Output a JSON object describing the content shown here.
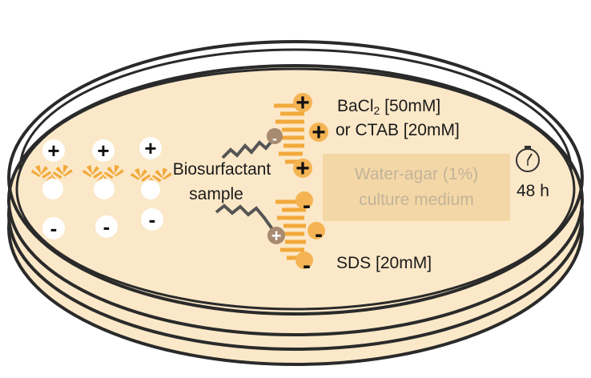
{
  "labels": {
    "biosurfactant_line1": "Biosurfactant",
    "biosurfactant_line2": "sample",
    "bacl_prefix": "BaCl",
    "bacl_sub": "2",
    "bacl_suffix": " [50mM]",
    "ctab": "or CTAB [20mM]",
    "sds": "SDS [20mM]",
    "medium_line1": "Water-agar (1%)",
    "medium_line2": "culture medium",
    "time": "48 h"
  },
  "symbols": {
    "plus": "+",
    "minus": "-"
  },
  "icons": {
    "timer": "stopwatch-icon"
  },
  "colors": {
    "agar": "#fbe8c8",
    "dish_outline": "#2a2a2a",
    "stripe": "#f2a93b",
    "molecule_head": "#a88a70",
    "sds_head": "#f5b454",
    "medium_box": "#f4d7a6",
    "medium_text": "#c2b49a"
  }
}
